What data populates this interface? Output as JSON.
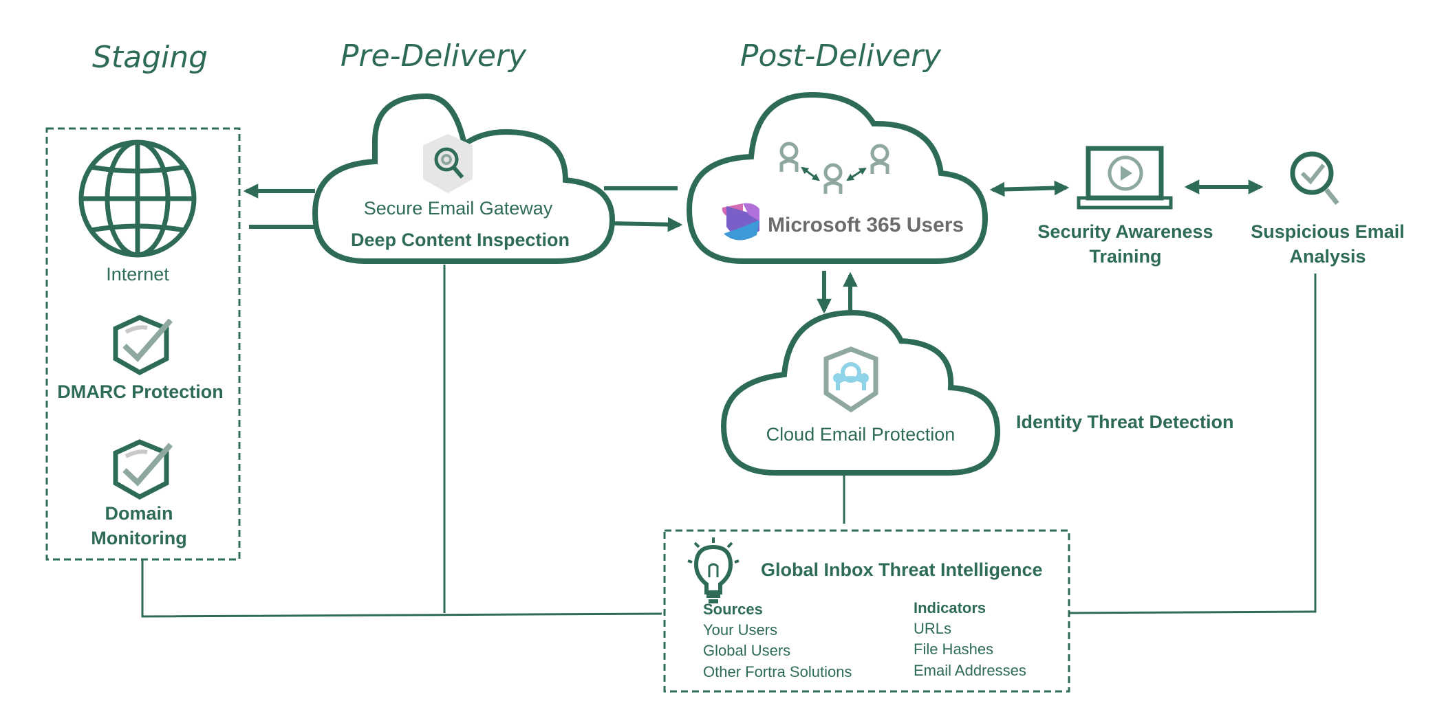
{
  "phases": {
    "staging": "Staging",
    "pre_delivery": "Pre-Delivery",
    "post_delivery": "Post-Delivery"
  },
  "staging": {
    "internet": "Internet",
    "dmarc": "DMARC Protection",
    "domain_line1": "Domain",
    "domain_line2": "Monitoring"
  },
  "gateway": {
    "line1": "Secure Email Gateway",
    "line2": "Deep Content Inspection"
  },
  "m365": {
    "label": "Microsoft 365 Users"
  },
  "sat": {
    "line1": "Security Awareness",
    "line2": "Training"
  },
  "suspicious": {
    "line1": "Suspicious Email",
    "line2": "Analysis"
  },
  "cloud_protection": {
    "label": "Cloud Email Protection"
  },
  "identity": {
    "label": "Identity Threat Detection"
  },
  "intel": {
    "title": "Global Inbox Threat Intelligence",
    "sources_heading": "Sources",
    "sources": [
      "Your Users",
      "Global Users",
      "Other Fortra Solutions"
    ],
    "indicators_heading": "Indicators",
    "indicators": [
      "URLs",
      "File Hashes",
      "Email Addresses"
    ]
  },
  "colors": {
    "primary": "#2e6b57",
    "secondary_gray": "#8fa89f",
    "light_gray": "#c9c9c9",
    "accent_blue": "#8fd3e8"
  }
}
